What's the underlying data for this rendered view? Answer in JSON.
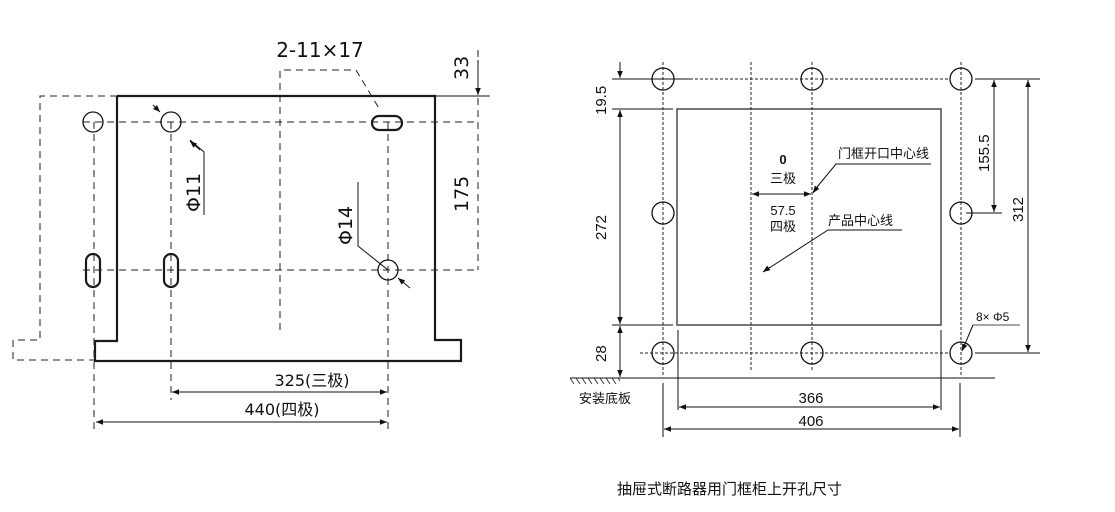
{
  "left_drawing": {
    "slot_label": "2-11×17",
    "dim_top_offset": "33",
    "dim_vertical": "175",
    "hole_small_label": "Φ11",
    "hole_large_label": "Φ14",
    "dim_three_pole": "325(三极)",
    "dim_four_pole": "440(四极)"
  },
  "right_drawing": {
    "dim_top": "19.5",
    "dim_height": "272",
    "dim_bottom": "28",
    "dim_half": "155.5",
    "dim_total_height": "312",
    "zero_label": "0",
    "three_pole_label": "三极",
    "offset_value": "57.5",
    "four_pole_label": "四极",
    "door_center_label": "门框开口中心线",
    "product_center_label": "产品中心线",
    "holes_label": "8× Φ5",
    "mount_plate_label": "安装底板",
    "dim_inner_width": "366",
    "dim_outer_width": "406"
  },
  "caption": "抽屉式断路器用门框柜上开孔尺寸"
}
